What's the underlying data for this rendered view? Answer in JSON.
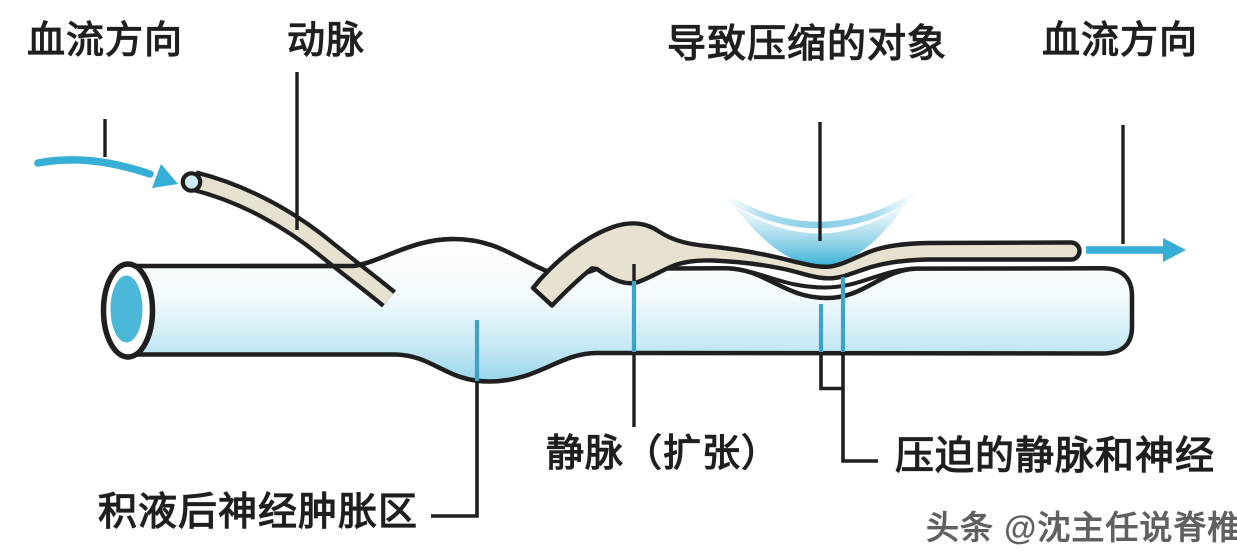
{
  "diagram": {
    "type": "medical-illustration",
    "annotations": {
      "flow_left": "血流方向",
      "artery": "动脉",
      "compress_object": "导致压缩的对象",
      "flow_right": "血流方向",
      "vein_dilated": "静脉（扩张）",
      "compressed_vein_nerve": "压迫的静脉和神经",
      "swelling_area": "积液后神经肿胀区"
    },
    "watermark": "头条 @沈主任说脊椎",
    "icons": {
      "flow_arrow_left": "curved-right-arrow",
      "flow_arrow_right": "straight-right-arrow"
    },
    "colors": {
      "outline_black": "#1f1f1f",
      "nerve_fill_bottom": "#98d6ec",
      "nerve_cross_section": "#4bb8d8",
      "artery_vein_fill": "#e7e1d0",
      "artery_cut_fill": "#cfe9f5",
      "flow_arrow": "#36aed6",
      "compressor_blue": "#39b0d7",
      "leader_cyan": "#3da4c8",
      "label_text": "#1f1f1f",
      "watermark_text": "#454545"
    }
  }
}
